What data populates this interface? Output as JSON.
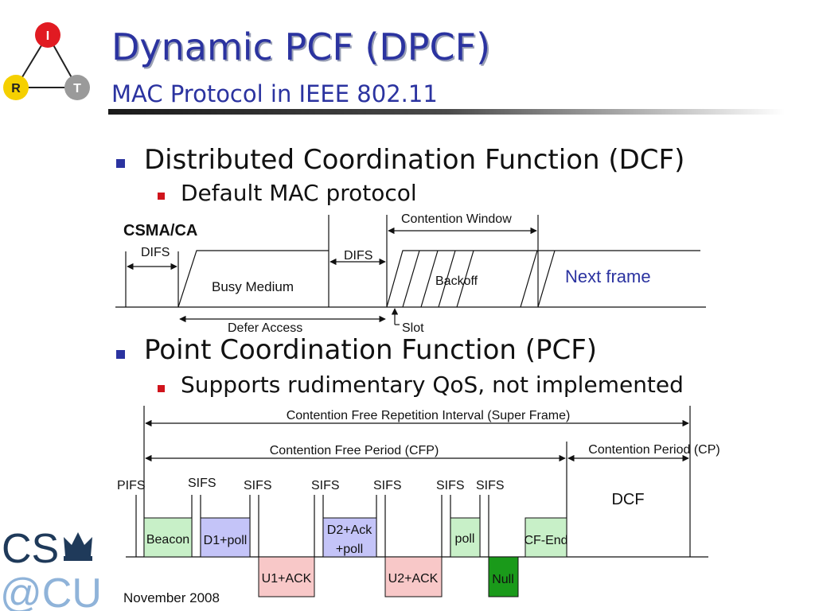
{
  "logo": {
    "node_top": "I",
    "node_left": "R",
    "node_right": "T"
  },
  "title": {
    "main": "Dynamic PCF (DPCF)",
    "sub": "MAC Protocol in IEEE 802.11"
  },
  "bullets": {
    "dcf": "Distributed Coordination Function (DCF)",
    "dcf_sub": "Default MAC protocol",
    "pcf": "Point Coordination Function (PCF)",
    "pcf_sub": "Supports rudimentary QoS, not implemented"
  },
  "csma": {
    "heading": "CSMA/CA",
    "difs_left": "DIFS",
    "busy": "Busy Medium",
    "difs_right": "DIFS",
    "contention_window": "Contention Window",
    "backoff": "Backoff",
    "next_frame": "Next frame",
    "defer": "Defer Access",
    "slot": "Slot"
  },
  "pcf_diagram": {
    "super_frame": "Contention Free Repetition Interval (Super Frame)",
    "cfp": "Contention Free Period (CFP)",
    "cp": "Contention Period (CP)",
    "pifs": "PIFS",
    "sifs": "SIFS",
    "dcf": "DCF",
    "beacon": "Beacon",
    "d1poll": "D1+poll",
    "u1ack": "U1+ACK",
    "d2ack_1": "D2+Ack",
    "d2ack_2": "+poll",
    "u2ack": "U2+ACK",
    "poll": "poll",
    "null": "Null",
    "cfend": "CF-End"
  },
  "footer": {
    "date": "November 2008"
  },
  "cs_logo": {
    "cs": "CS",
    "cu": "@CU"
  },
  "colors": {
    "title": "#2b33a0",
    "green_box": "#c8f0c8",
    "blue_box": "#c4c4f8",
    "pink_box": "#f8c8c8",
    "null_box": "#1a9a1a",
    "bullet_l1": "#2b33a0",
    "bullet_l2": "#d0141c"
  }
}
